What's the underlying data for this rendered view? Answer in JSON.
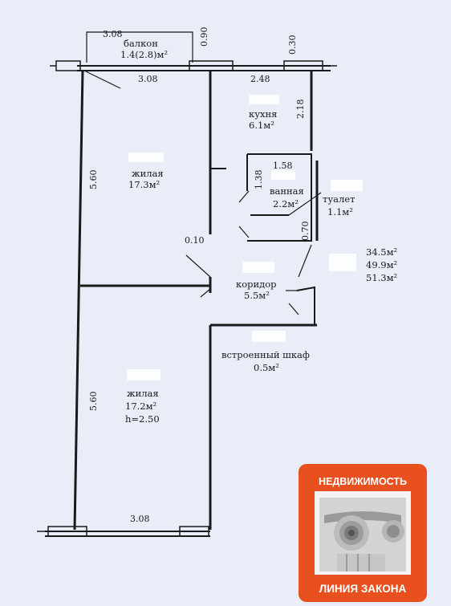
{
  "colors": {
    "paper": "#e9edf7",
    "ink": "#1a1a1a",
    "badge": "#e8511f",
    "badge_text": "#ffffff"
  },
  "dimensions": {
    "balcony_top": "3.08",
    "balcony_side": "0.90",
    "right_pier": "0.30",
    "living_top": "3.08",
    "kitchen_top": "2.48",
    "kitchen_side": "2.18",
    "left_upper": "5.60",
    "left_lower": "5.60",
    "bath_top": "1.58",
    "bath_side": "1.38",
    "wc_side": "0.70",
    "partition": "0.10",
    "bottom": "3.08"
  },
  "rooms": {
    "balcony": {
      "name": "балкон",
      "area": "1.4(2.8)м²"
    },
    "kitchen": {
      "name": "кухня",
      "area": "6.1м²"
    },
    "living1": {
      "name": "жилая",
      "area": "17.3м²"
    },
    "bath": {
      "name": "ванная",
      "area": "2.2м²"
    },
    "wc": {
      "name": "туалет",
      "area": "1.1м²"
    },
    "corridor": {
      "name": "коридор",
      "area": "5.5м²"
    },
    "closet": {
      "name": "встроенный шкаф",
      "area": "0.5м²"
    },
    "living2": {
      "name": "жилая",
      "area": "17.2м²",
      "height": "h=2.50"
    }
  },
  "totals": [
    "34.5м²",
    "49.9м²",
    "51.3м²"
  ],
  "badge": {
    "top": "НЕДВИЖИМОСТЬ",
    "bottom": "ЛИНИЯ ЗАКОНА",
    "icon": "ionic-column-icon"
  }
}
